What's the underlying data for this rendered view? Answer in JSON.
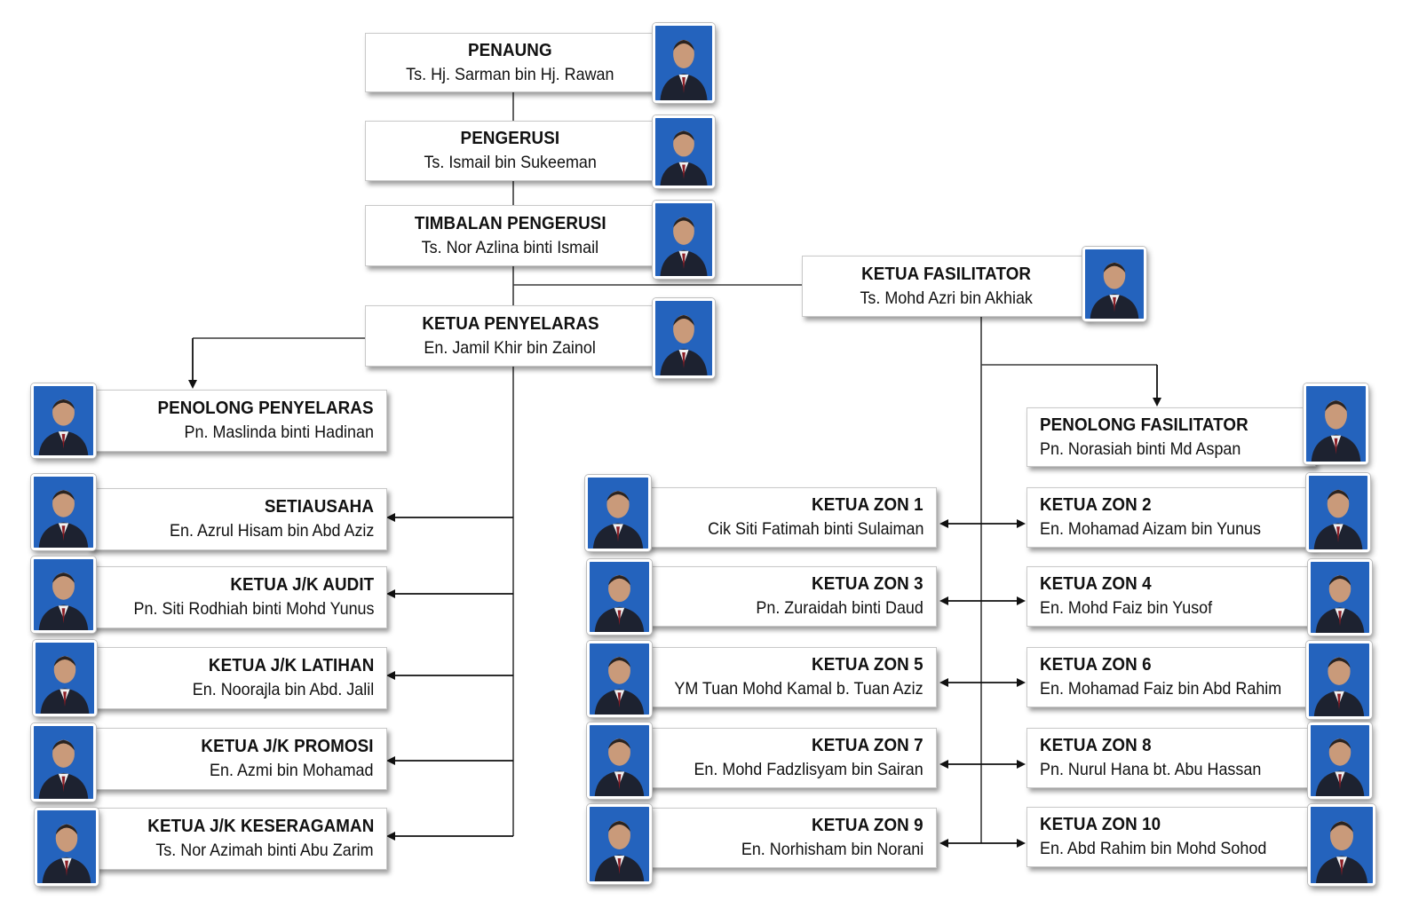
{
  "colors": {
    "photo_bg": "#2463bd",
    "line": "#3a3a3a",
    "box_border": "#c9c9c9"
  },
  "icon": "person-portrait-icon",
  "top": [
    {
      "role": "PENAUNG",
      "name": "Ts. Hj. Sarman bin Hj. Rawan"
    },
    {
      "role": "PENGERUSI",
      "name": "Ts. Ismail bin Sukeeman"
    },
    {
      "role": "TIMBALAN PENGERUSI",
      "name": "Ts. Nor Azlina binti Ismail"
    },
    {
      "role": "KETUA PENYELARAS",
      "name": "En. Jamil Khir bin Zainol"
    }
  ],
  "fasilitator": {
    "head": {
      "role": "KETUA FASILITATOR",
      "name": "Ts. Mohd Azri bin Akhiak"
    },
    "assistant": {
      "role": "PENOLONG FASILITATOR",
      "name": "Pn. Norasiah binti Md Aspan"
    }
  },
  "left": [
    {
      "role": "PENOLONG PENYELARAS",
      "name": "Pn. Maslinda binti Hadinan"
    },
    {
      "role": "SETIAUSAHA",
      "name": "En. Azrul Hisam bin Abd Aziz"
    },
    {
      "role": "KETUA J/K AUDIT",
      "name": "Pn. Siti Rodhiah binti Mohd Yunus"
    },
    {
      "role": "KETUA J/K LATIHAN",
      "name": "En. Noorajla bin Abd. Jalil"
    },
    {
      "role": "KETUA J/K PROMOSI",
      "name": "En. Azmi bin Mohamad"
    },
    {
      "role": "KETUA J/K KESERAGAMAN",
      "name": "Ts. Nor Azimah binti Abu Zarim"
    }
  ],
  "zones_left": [
    {
      "role": "KETUA ZON 1",
      "name": "Cik Siti Fatimah binti Sulaiman"
    },
    {
      "role": "KETUA ZON 3",
      "name": "Pn. Zuraidah binti Daud"
    },
    {
      "role": "KETUA ZON 5",
      "name": "YM Tuan Mohd Kamal b. Tuan Aziz"
    },
    {
      "role": "KETUA ZON 7",
      "name": "En. Mohd Fadzlisyam bin Sairan"
    },
    {
      "role": "KETUA ZON 9",
      "name": "En. Norhisham bin Norani"
    }
  ],
  "zones_right": [
    {
      "role": "KETUA ZON 2",
      "name": "En. Mohamad Aizam bin Yunus"
    },
    {
      "role": "KETUA ZON 4",
      "name": "En. Mohd Faiz bin Yusof"
    },
    {
      "role": "KETUA ZON 6",
      "name": "En. Mohamad Faiz bin Abd Rahim"
    },
    {
      "role": "KETUA ZON 8",
      "name": "Pn. Nurul Hana bt. Abu Hassan"
    },
    {
      "role": "KETUA ZON 10",
      "name": "En. Abd Rahim bin Mohd Sohod"
    }
  ]
}
